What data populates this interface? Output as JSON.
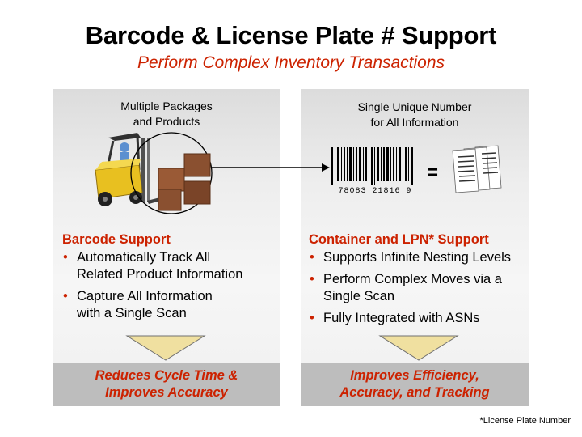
{
  "header": {
    "title": "Barcode & License Plate # Support",
    "subtitle": "Perform Complex Inventory Transactions"
  },
  "left_panel": {
    "caption_line1": "Multiple Packages",
    "caption_line2": "and Products",
    "heading": "Barcode Support",
    "bullets": [
      {
        "line1": "Automatically Track All",
        "line2": "Related Product Information"
      },
      {
        "line1": "Capture All Information",
        "line2": "with a Single Scan"
      }
    ],
    "result_line1": "Reduces Cycle Time &",
    "result_line2": "Improves Accuracy"
  },
  "right_panel": {
    "caption_line1": "Single Unique Number",
    "caption_line2": "for All Information",
    "barcode_digits": "78083 21816 9",
    "equals": "=",
    "heading": "Container and LPN* Support",
    "bullets": [
      {
        "line1": "Supports Infinite Nesting Levels",
        "line2": ""
      },
      {
        "line1": "Perform Complex Moves via a",
        "line2": "Single Scan"
      },
      {
        "line1": "Fully Integrated with ASNs",
        "line2": ""
      }
    ],
    "result_line1": "Improves Efficiency,",
    "result_line2": "Accuracy, and Tracking"
  },
  "footnote": "*License Plate Number",
  "colors": {
    "accent": "#cc2200",
    "arrow_fill": "#f0e0a0",
    "forklift": "#e8c020",
    "box": "#8a5030",
    "panel_bottom": "#bdbdbd"
  },
  "icons": [
    "forklift-icon",
    "packages-icon",
    "barcode-icon",
    "documents-icon",
    "down-arrow-icon"
  ]
}
